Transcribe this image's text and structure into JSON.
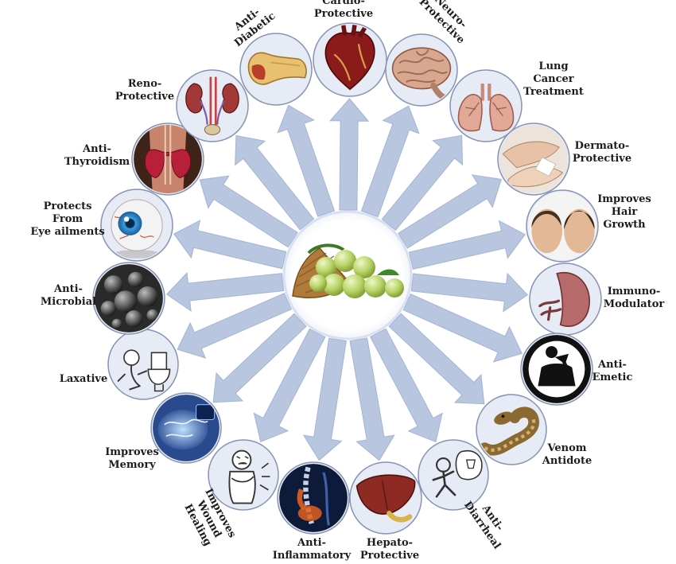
{
  "center": {
    "icon": "amla-fruit-basket-icon"
  },
  "colors": {
    "arrow": "#b8c6e0",
    "arrow_edge": "#a4b4d4",
    "ring": "#d9e0f0",
    "circle_fill": "#e6ebf6",
    "circle_edge": "#8793b3"
  },
  "benefits": [
    {
      "id": "cardio-protective",
      "label": [
        "Cardio-",
        "Protective"
      ],
      "icon": "heart-icon"
    },
    {
      "id": "neuro-protective",
      "label": [
        "Neuro-",
        "Protective"
      ],
      "icon": "brain-icon"
    },
    {
      "id": "lung-cancer-treatment",
      "label": [
        "Lung",
        "Cancer",
        "Treatment"
      ],
      "icon": "lungs-icon"
    },
    {
      "id": "dermato-protective",
      "label": [
        "Dermato-",
        "Protective"
      ],
      "icon": "skin-hands-icon"
    },
    {
      "id": "improves-hair-growth",
      "label": [
        "Improves",
        "Hair",
        "Growth"
      ],
      "icon": "hair-heads-icon"
    },
    {
      "id": "immuno-modulator",
      "label": [
        "Immuno-",
        "Modulator"
      ],
      "icon": "spleen-icon"
    },
    {
      "id": "anti-emetic",
      "label": [
        "Anti-",
        "Emetic"
      ],
      "icon": "vomiting-icon"
    },
    {
      "id": "venom-antidote",
      "label": [
        "Venom",
        "Antidote"
      ],
      "icon": "snake-icon"
    },
    {
      "id": "anti-diarrheal",
      "label": [
        "Anti-",
        "Diarrheal"
      ],
      "icon": "toilet-run-icon"
    },
    {
      "id": "hepato-protective",
      "label": [
        "Hepato-",
        "Protective"
      ],
      "icon": "liver-icon"
    },
    {
      "id": "anti-inflammatory",
      "label": [
        "Anti-",
        "Inflammatory"
      ],
      "icon": "spine-icon"
    },
    {
      "id": "improves-wound-healing",
      "label": [
        "Improves",
        "Wound",
        "Healing"
      ],
      "icon": "wound-pain-icon"
    },
    {
      "id": "improves-memory",
      "label": [
        "Improves",
        "Memory"
      ],
      "icon": "glowing-brain-icon"
    },
    {
      "id": "laxative",
      "label": [
        "Laxative"
      ],
      "icon": "child-toilet-icon"
    },
    {
      "id": "anti-microbial",
      "label": [
        "Anti-",
        "Microbial"
      ],
      "icon": "microbes-icon"
    },
    {
      "id": "protects-from-eye-ailments",
      "label": [
        "Protects",
        "From",
        "Eye ailments"
      ],
      "icon": "eyeball-icon"
    },
    {
      "id": "anti-thyroidism",
      "label": [
        "Anti-",
        "Thyroidism"
      ],
      "icon": "thyroid-icon"
    },
    {
      "id": "reno-protective",
      "label": [
        "Reno-",
        "Protective"
      ],
      "icon": "kidneys-icon"
    },
    {
      "id": "anti-diabetic",
      "label": [
        "Anti-",
        "Diabetic"
      ],
      "icon": "pancreas-icon"
    }
  ]
}
